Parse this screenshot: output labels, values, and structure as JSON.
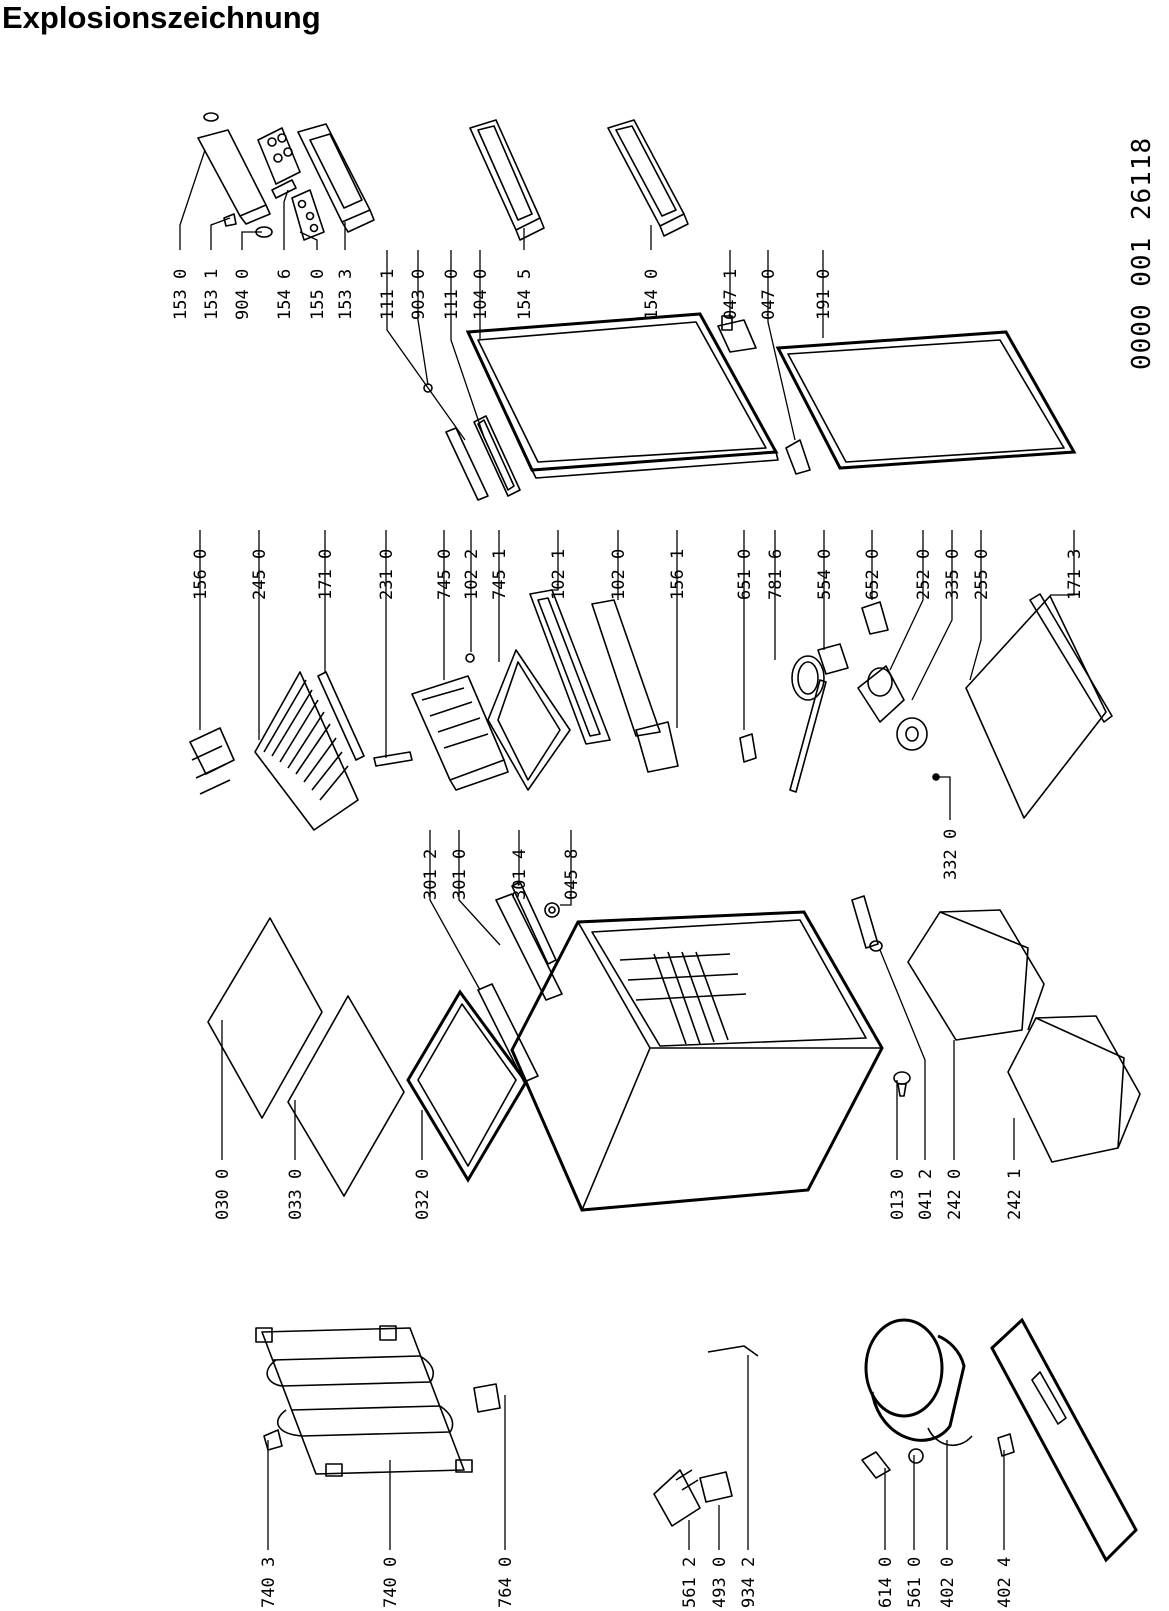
{
  "title": "Explosionszeichnung",
  "document_number": "0000 001 26118",
  "labels": {
    "p1530": "153 0",
    "p1531": "153 1",
    "p9040": "904 0",
    "p1546": "154 6",
    "p1550": "155 0",
    "p1533": "153 3",
    "p1111": "111 1",
    "p9030": "903 0",
    "p1110": "111 0",
    "p1040": "104 0",
    "p1545": "154 5",
    "p1540": "154 0",
    "p0471": "047 1",
    "p0470": "047 0",
    "p1910": "191 0",
    "p1560": "156 0",
    "p2450": "245 0",
    "p1710": "171 0",
    "p2310": "231 0",
    "p7450": "745 0",
    "p1022": "102 2",
    "p7451": "745 1",
    "p1021": "102 1",
    "p1020": "102 0",
    "p1561": "156 1",
    "p6510": "651 0",
    "p7816": "781 6",
    "p5540": "554 0",
    "p6520": "652 0",
    "p2520": "252 0",
    "p3350": "335 0",
    "p2550": "255 0",
    "p1713": "171 3",
    "p3012": "301 2",
    "p3010": "301 0",
    "p3014": "301 4",
    "p0458": "045 8",
    "p3320": "332 0",
    "p0300": "030 0",
    "p0330": "033 0",
    "p0320": "032 0",
    "p0130": "013 0",
    "p0412": "041 2",
    "p2420": "242 0",
    "p2421": "242 1",
    "p7403": "740 3",
    "p7400": "740 0",
    "p7640": "764 0",
    "p5612": "561 2",
    "p4930": "493 0",
    "p9342": "934 2",
    "p6140": "614 0",
    "p5610": "561 0",
    "p4020": "402 0",
    "p4024": "402 4"
  }
}
